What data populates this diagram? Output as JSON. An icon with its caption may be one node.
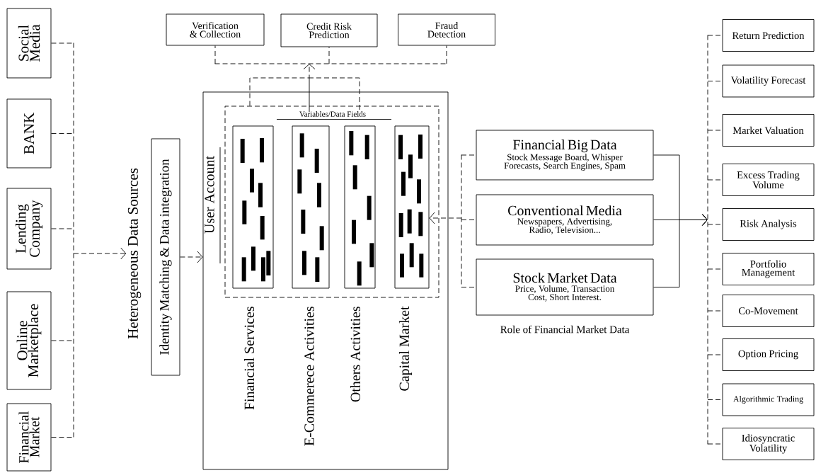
{
  "diagram": {
    "nodes": [
      {
        "text": [
          "Social Media"
        ]
      },
      {
        "text": [
          "BANK"
        ]
      },
      {
        "text": [
          "Lending Company"
        ]
      },
      {
        "text": [
          "Online Marketplace"
        ]
      },
      {
        "text": [
          "Financial Market"
        ]
      },
      {
        "text": [
          "Heterogeneous Data Sources"
        ]
      },
      {
        "text": [
          "Identity Matching & Data integration"
        ]
      },
      {
        "text": [
          "Verification & Collection"
        ]
      },
      {
        "text": [
          "Credit Risk Prediction"
        ]
      },
      {
        "text": [
          "Fraud Detection"
        ]
      },
      {
        "text": [
          "User Account"
        ]
      },
      {
        "text": [
          "Variables/Data Fields"
        ],
        "in": 10
      },
      {
        "text": [],
        "shape": "box",
        "in": 11,
        "beside": [
          "Financial Services"
        ]
      },
      {
        "text": [],
        "shape": "box",
        "in": 11,
        "beside": [
          "E-Commerece Activities"
        ]
      },
      {
        "text": [],
        "shape": "box",
        "in": 11,
        "beside": [
          "Others Activities"
        ]
      },
      {
        "text": [],
        "shape": "box",
        "in": 11,
        "beside": [
          "Capital Market"
        ]
      },
      {
        "text": [
          "Financial Big Data",
          "Stock Message Board, Whisper Forecasts, Search Engines, Spam"
        ]
      },
      {
        "text": [
          "Conventional Media",
          "Newspapers, Advertising, Radio, Television..."
        ]
      },
      {
        "text": [
          "Stock Market Data",
          "Price, Volume, Transaction Cost, Short Interest."
        ]
      },
      {
        "text": [
          "Return Prediction"
        ]
      },
      {
        "text": [
          "Volatility Forecast"
        ]
      },
      {
        "text": [
          "Market Valuation"
        ]
      },
      {
        "text": [
          "Excess Trading Volume"
        ]
      },
      {
        "text": [
          "Risk Analysis"
        ]
      },
      {
        "text": [
          "Portfolio Management"
        ]
      },
      {
        "text": [
          "Co-Movement"
        ]
      },
      {
        "text": [
          "Option Pricing"
        ]
      },
      {
        "text": [
          "Algorithmic Trading"
        ]
      },
      {
        "text": [
          "Idiosyncratic Volatility"
        ]
      },
      {
        "text": [],
        "shape": "bar"
      },
      {
        "text": [],
        "shape": "bar"
      },
      {
        "text": [],
        "shape": "bar"
      },
      {
        "text": [],
        "shape": "bar"
      }
    ],
    "edges": [
      {
        "from": 0,
        "to": 29,
        "arrow": "none",
        "style": "dashed"
      },
      {
        "from": 1,
        "to": 29,
        "arrow": "none",
        "style": "dashed"
      },
      {
        "from": 2,
        "to": 29,
        "arrow": "none",
        "style": "dashed"
      },
      {
        "from": 3,
        "to": 29,
        "arrow": "none",
        "style": "dashed"
      },
      {
        "from": 4,
        "to": 29,
        "arrow": "none",
        "style": "dashed"
      },
      {
        "from": 29,
        "to": 5,
        "arrow": "to",
        "style": "dashed"
      },
      {
        "from": 6,
        "to": 10,
        "arrow": "to",
        "style": "dashed"
      },
      {
        "from": 11,
        "to": 30,
        "arrow": "to",
        "style": "dashed"
      },
      {
        "from": 30,
        "to": 7,
        "arrow": "none",
        "style": "dashed"
      },
      {
        "from": 30,
        "to": 8,
        "arrow": "none",
        "style": "dashed"
      },
      {
        "from": 30,
        "to": 9,
        "arrow": "none",
        "style": "dashed"
      },
      {
        "from": 31,
        "to": 15,
        "arrow": "to",
        "style": "dashed"
      },
      {
        "from": 31,
        "to": 16,
        "arrow": "none",
        "style": "dashed"
      },
      {
        "from": 31,
        "to": 17,
        "arrow": "none",
        "style": "dashed"
      },
      {
        "from": 31,
        "to": 18,
        "arrow": "none",
        "style": "dashed"
      },
      {
        "from": 16,
        "to": 32,
        "arrow": "to"
      },
      {
        "from": 17,
        "to": 32,
        "arrow": "to"
      },
      {
        "from": 18,
        "to": 32,
        "arrow": "to"
      },
      {
        "from": 32,
        "to": 19,
        "arrow": "none",
        "style": "dashed"
      },
      {
        "from": 32,
        "to": 20,
        "arrow": "none",
        "style": "dashed"
      },
      {
        "from": 32,
        "to": 21,
        "arrow": "none",
        "style": "dashed"
      },
      {
        "from": 32,
        "to": 22,
        "arrow": "none",
        "style": "dashed"
      },
      {
        "from": 32,
        "to": 23,
        "arrow": "none",
        "style": "dashed"
      },
      {
        "from": 32,
        "to": 24,
        "arrow": "none",
        "style": "dashed"
      },
      {
        "from": 32,
        "to": 25,
        "arrow": "none",
        "style": "dashed"
      },
      {
        "from": 32,
        "to": 26,
        "arrow": "none",
        "style": "dashed"
      },
      {
        "from": 32,
        "to": 27,
        "arrow": "none",
        "style": "dashed"
      },
      {
        "from": 32,
        "to": 28,
        "arrow": "none",
        "style": "dashed"
      }
    ],
    "labels": [
      "Role of Financial Market Data"
    ]
  }
}
